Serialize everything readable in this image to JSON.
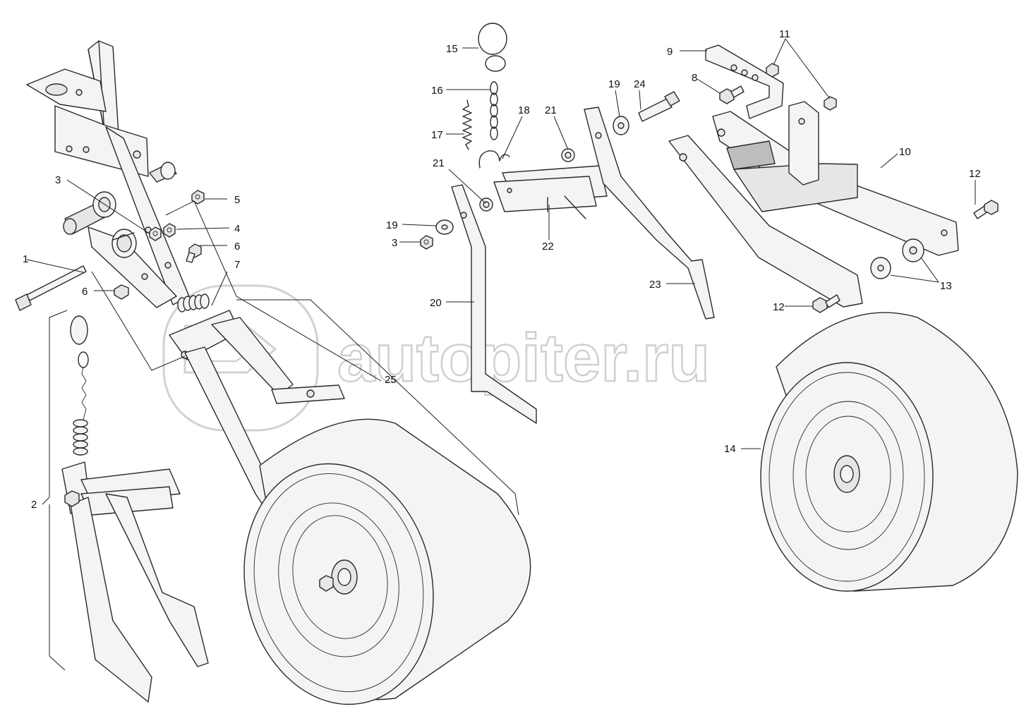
{
  "watermark": {
    "text": "autopiter.ru",
    "logo_icon": "autopiter-logo-icon"
  },
  "callouts": [
    {
      "id": "label-1",
      "text": "1"
    },
    {
      "id": "label-2",
      "text": "2"
    },
    {
      "id": "label-3-left",
      "text": "3"
    },
    {
      "id": "label-4",
      "text": "4"
    },
    {
      "id": "label-5",
      "text": "5"
    },
    {
      "id": "label-6-upper",
      "text": "6"
    },
    {
      "id": "label-6-lower",
      "text": "6"
    },
    {
      "id": "label-7",
      "text": "7"
    },
    {
      "id": "label-25",
      "text": "25"
    },
    {
      "id": "label-15",
      "text": "15"
    },
    {
      "id": "label-16",
      "text": "16"
    },
    {
      "id": "label-17",
      "text": "17"
    },
    {
      "id": "label-18",
      "text": "18"
    },
    {
      "id": "label-21-left",
      "text": "21"
    },
    {
      "id": "label-21-right",
      "text": "21"
    },
    {
      "id": "label-19-left",
      "text": "19"
    },
    {
      "id": "label-19-right",
      "text": "19"
    },
    {
      "id": "label-3-mid",
      "text": "3"
    },
    {
      "id": "label-20",
      "text": "20"
    },
    {
      "id": "label-22",
      "text": "22"
    },
    {
      "id": "label-23",
      "text": "23"
    },
    {
      "id": "label-24",
      "text": "24"
    },
    {
      "id": "label-9",
      "text": "9"
    },
    {
      "id": "label-8",
      "text": "8"
    },
    {
      "id": "label-11",
      "text": "11"
    },
    {
      "id": "label-10",
      "text": "10"
    },
    {
      "id": "label-12-right",
      "text": "12"
    },
    {
      "id": "label-12-lower",
      "text": "12"
    },
    {
      "id": "label-13",
      "text": "13"
    },
    {
      "id": "label-14",
      "text": "14"
    }
  ]
}
